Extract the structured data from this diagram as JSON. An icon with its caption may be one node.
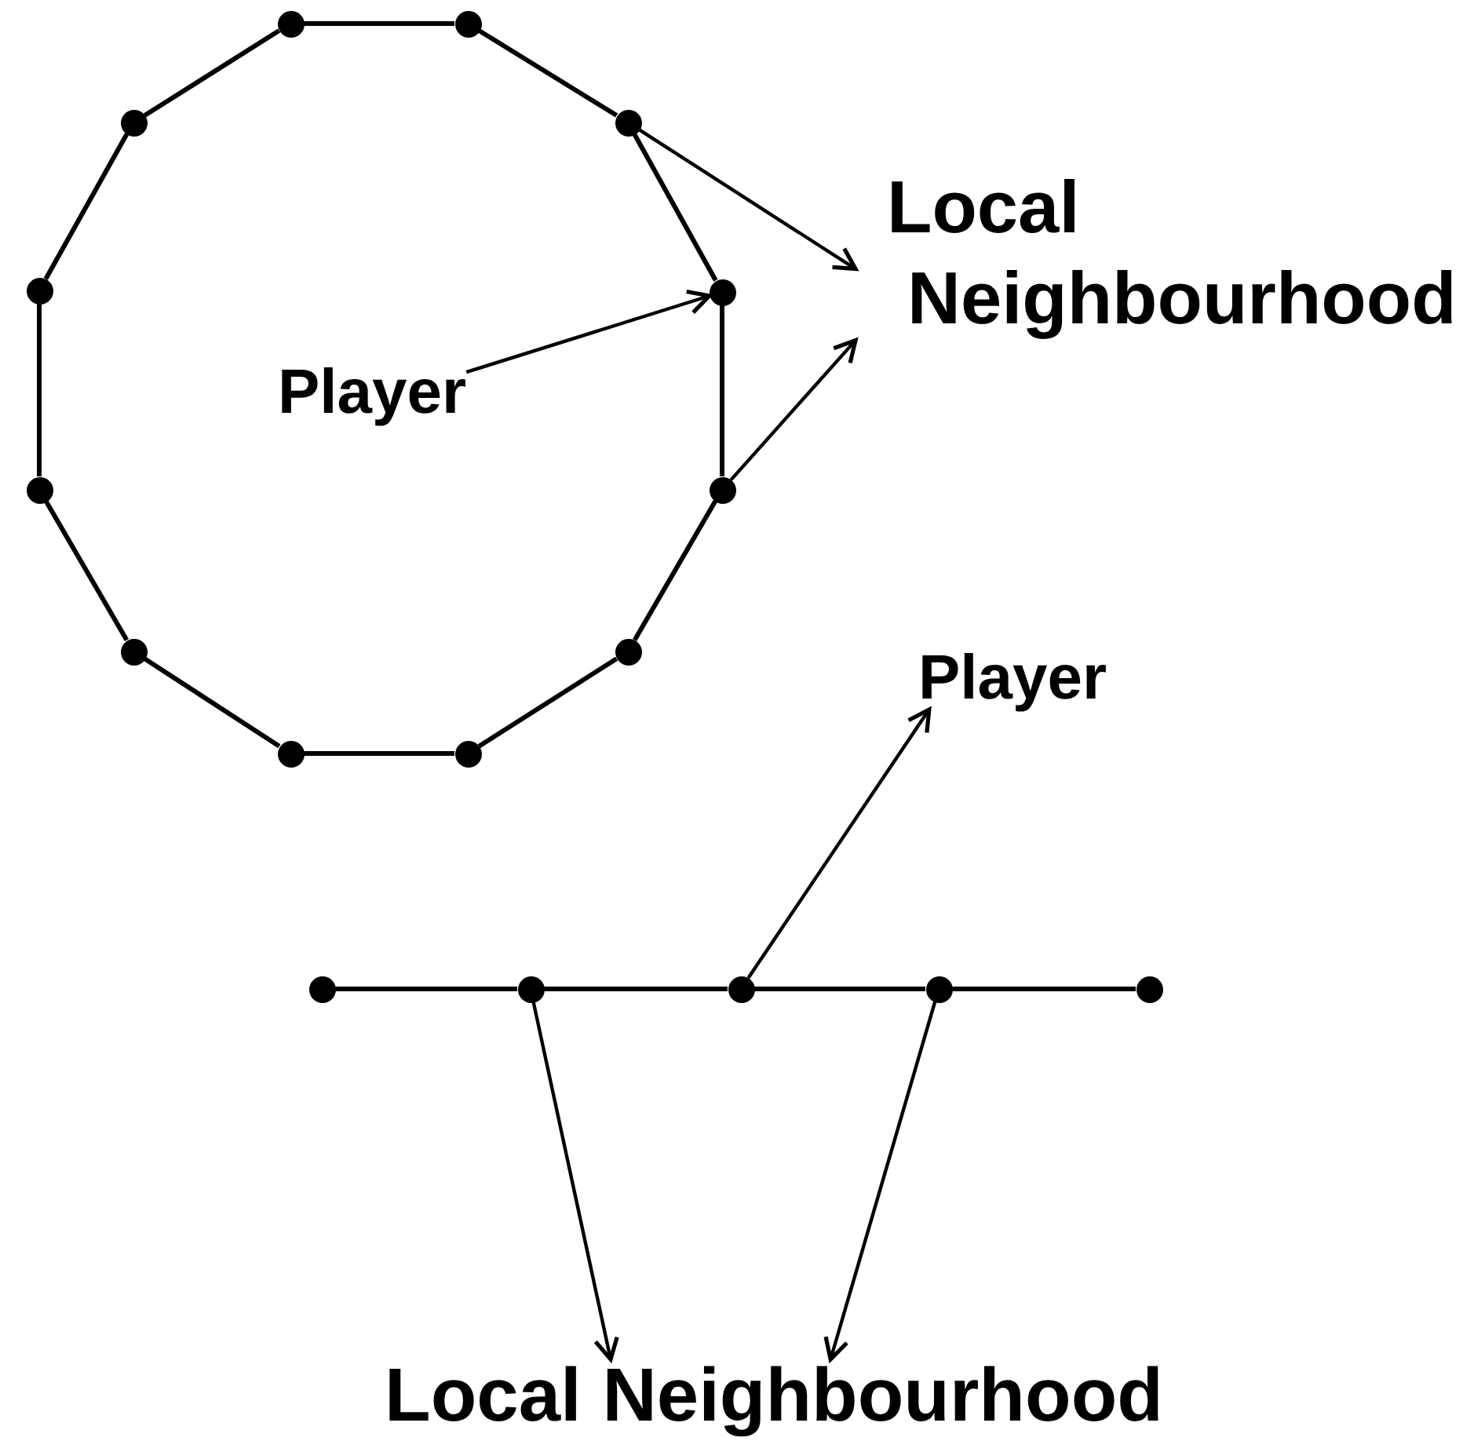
{
  "diagram": {
    "nodes": [
      {
        "text": [
          "Local Neighbourhood"
        ]
      },
      {
        "text": [
          "Player"
        ]
      },
      {
        "text": [
          "Player"
        ]
      },
      {
        "text": [
          "Local Neighbourhood"
        ]
      },
      {
        "text": [],
        "shape": "circle"
      },
      {
        "text": [],
        "shape": "circle"
      },
      {
        "text": [],
        "shape": "circle"
      },
      {
        "text": [],
        "shape": "circle"
      },
      {
        "text": [],
        "shape": "circle"
      },
      {
        "text": [],
        "shape": "circle"
      },
      {
        "text": [],
        "shape": "circle"
      },
      {
        "text": [],
        "shape": "circle"
      },
      {
        "text": [],
        "shape": "circle"
      },
      {
        "text": [],
        "shape": "circle"
      },
      {
        "text": [],
        "shape": "circle"
      },
      {
        "text": [],
        "shape": "circle"
      },
      {
        "text": [],
        "shape": "circle"
      },
      {
        "text": [],
        "shape": "circle"
      },
      {
        "text": [],
        "shape": "circle"
      },
      {
        "text": [],
        "shape": "circle"
      },
      {
        "text": [],
        "shape": "circle"
      }
    ],
    "edges": [
      {
        "from": 4,
        "to": 5,
        "arrow": "none"
      },
      {
        "from": 5,
        "to": 6,
        "arrow": "none"
      },
      {
        "from": 6,
        "to": 7,
        "arrow": "none"
      },
      {
        "from": 7,
        "to": 8,
        "arrow": "none"
      },
      {
        "from": 8,
        "to": 9,
        "arrow": "none"
      },
      {
        "from": 9,
        "to": 10,
        "arrow": "none"
      },
      {
        "from": 10,
        "to": 11,
        "arrow": "none"
      },
      {
        "from": 11,
        "to": 12,
        "arrow": "none"
      },
      {
        "from": 12,
        "to": 13,
        "arrow": "none"
      },
      {
        "from": 13,
        "to": 14,
        "arrow": "none"
      },
      {
        "from": 14,
        "to": 15,
        "arrow": "none"
      },
      {
        "from": 15,
        "to": 4,
        "arrow": "none"
      },
      {
        "from": 16,
        "to": 17,
        "arrow": "none"
      },
      {
        "from": 17,
        "to": 18,
        "arrow": "none"
      },
      {
        "from": 18,
        "to": 19,
        "arrow": "none"
      },
      {
        "from": 19,
        "to": 20,
        "arrow": "none"
      },
      {
        "from": 6,
        "to": 0,
        "arrow": "to"
      },
      {
        "from": 8,
        "to": 0,
        "arrow": "to"
      },
      {
        "from": 1,
        "to": 7,
        "arrow": "to"
      },
      {
        "from": 18,
        "to": 2,
        "arrow": "to"
      },
      {
        "from": 17,
        "to": 3,
        "arrow": "to"
      },
      {
        "from": 19,
        "to": 3,
        "arrow": "to"
      }
    ]
  }
}
